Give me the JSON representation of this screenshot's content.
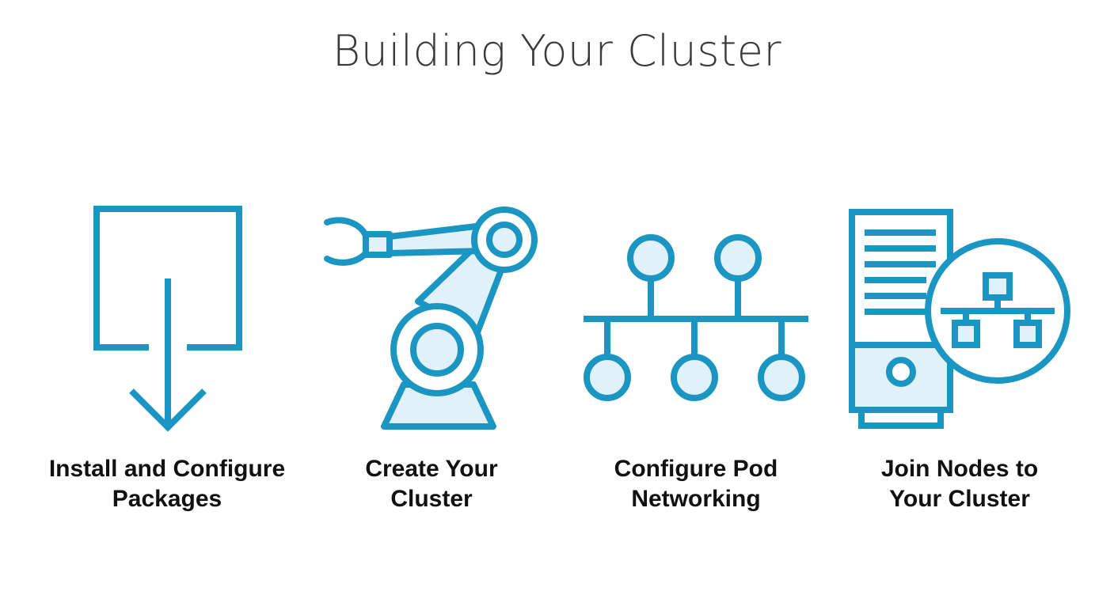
{
  "title": "Building Your Cluster",
  "colors": {
    "accent": "#1b96c2",
    "fill": "#e0f1fa",
    "title": "#3a3a3a",
    "label": "#111111"
  },
  "steps": [
    {
      "icon": "download-icon",
      "label_lines": [
        "Install and Configure",
        "Packages"
      ]
    },
    {
      "icon": "robot-arm-icon",
      "label_lines": [
        "Create Your",
        "Cluster"
      ]
    },
    {
      "icon": "network-topology-icon",
      "label_lines": [
        "Configure Pod",
        "Networking"
      ]
    },
    {
      "icon": "server-network-icon",
      "label_lines": [
        "Join Nodes to",
        "Your Cluster"
      ]
    }
  ]
}
